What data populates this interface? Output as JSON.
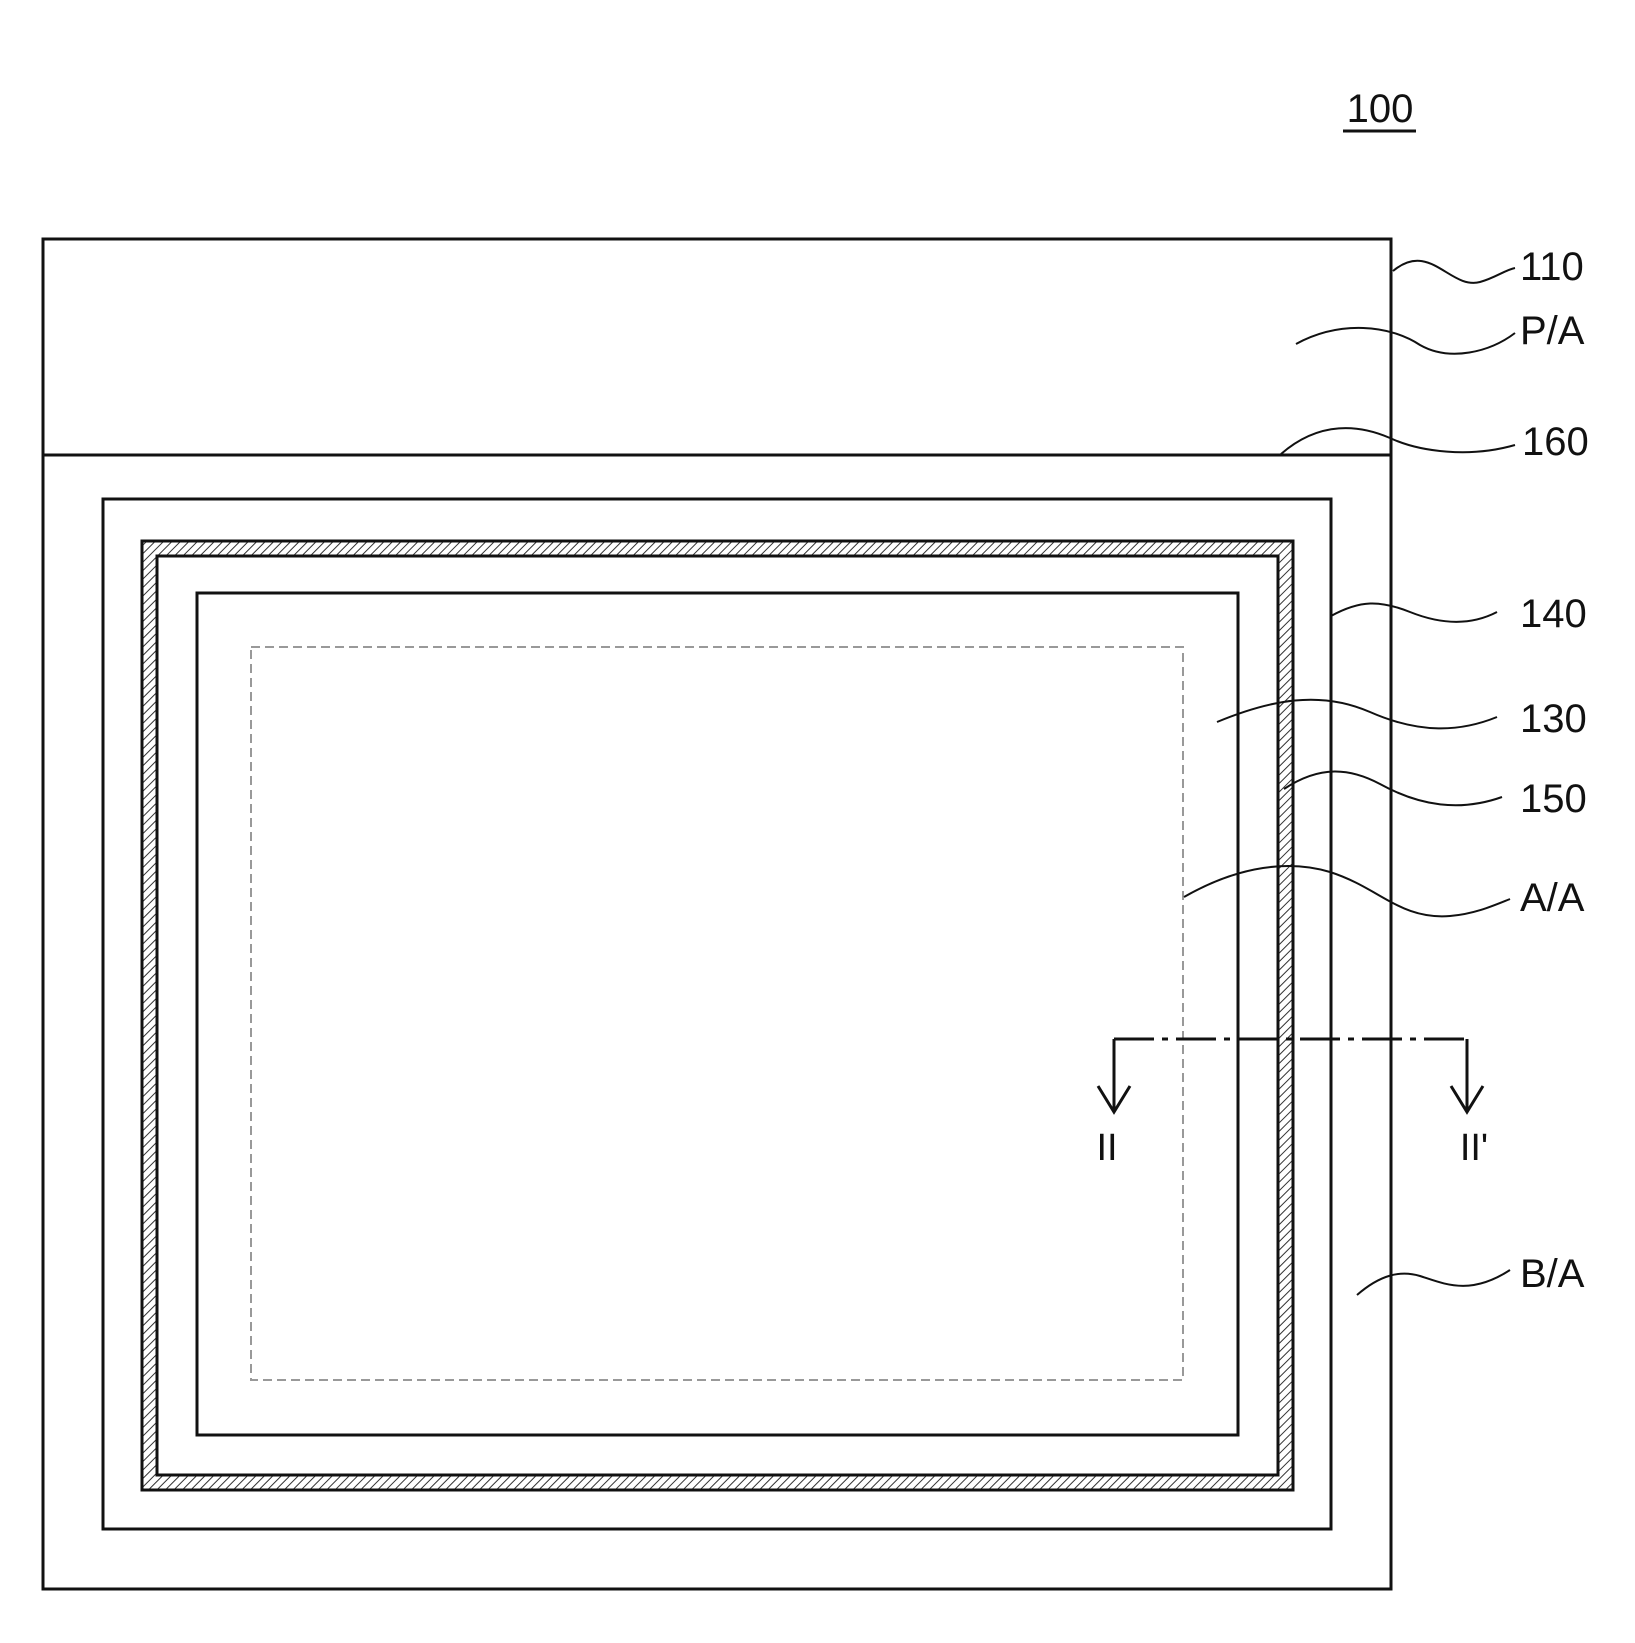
{
  "figure": {
    "number": "100"
  },
  "labels": {
    "substrate": "110",
    "pad_area": "P/A",
    "boundary_line": "160",
    "outer_frame": "140",
    "inner_frame": "130",
    "hatched_ring": "150",
    "active_area": "A/A",
    "border_area": "B/A"
  },
  "section_line": {
    "start": "II",
    "end": "II'"
  },
  "colors": {
    "line": "#111111",
    "background": "#ffffff",
    "dashed": "#999999"
  }
}
